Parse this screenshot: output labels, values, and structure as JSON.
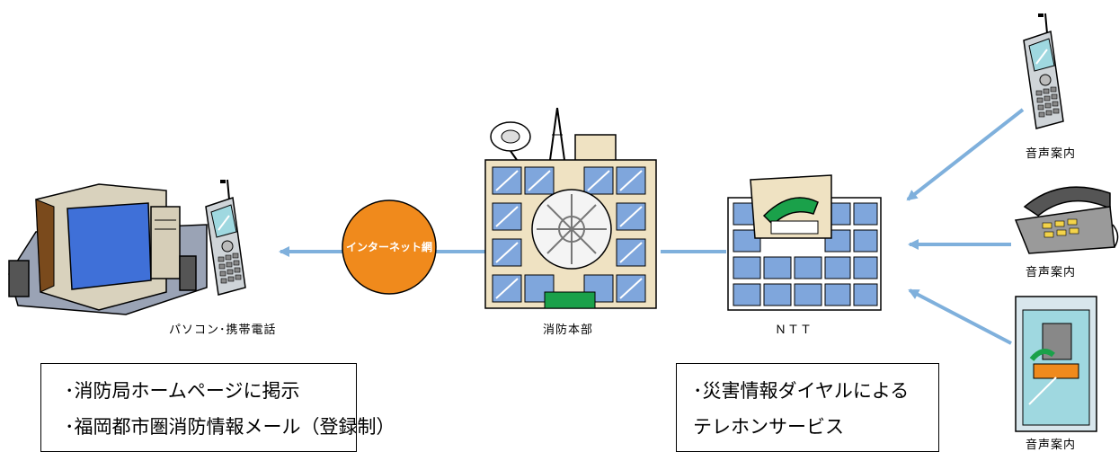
{
  "colors": {
    "arrow": "#7fb0dc",
    "glass": "#7fa6dc",
    "globe": "#f08a1c",
    "phone_green": "#1aa14a",
    "building_tan": "#efe2c2",
    "cabin_teal": "#9fd8e0"
  },
  "nodes": {
    "pc_mobile": {
      "label": "パソコン･携帯電話"
    },
    "internet": {
      "label": "インターネット網"
    },
    "fire_hq": {
      "label": "消防本部"
    },
    "ntt": {
      "label": "ＮＴＴ"
    },
    "callers": [
      {
        "label": "音声案内",
        "icon": "mobile-phone-icon"
      },
      {
        "label": "音声案内",
        "icon": "desk-telephone-icon"
      },
      {
        "label": "音声案内",
        "icon": "phone-booth-icon"
      }
    ]
  },
  "boxes": {
    "internet_services": {
      "lines": [
        "･消防局ホームページに掲示",
        "･福岡都市圏消防情報メール（登録制）"
      ]
    },
    "phone_service": {
      "lines": [
        "･災害情報ダイヤルによる",
        "テレホンサービス"
      ]
    }
  }
}
